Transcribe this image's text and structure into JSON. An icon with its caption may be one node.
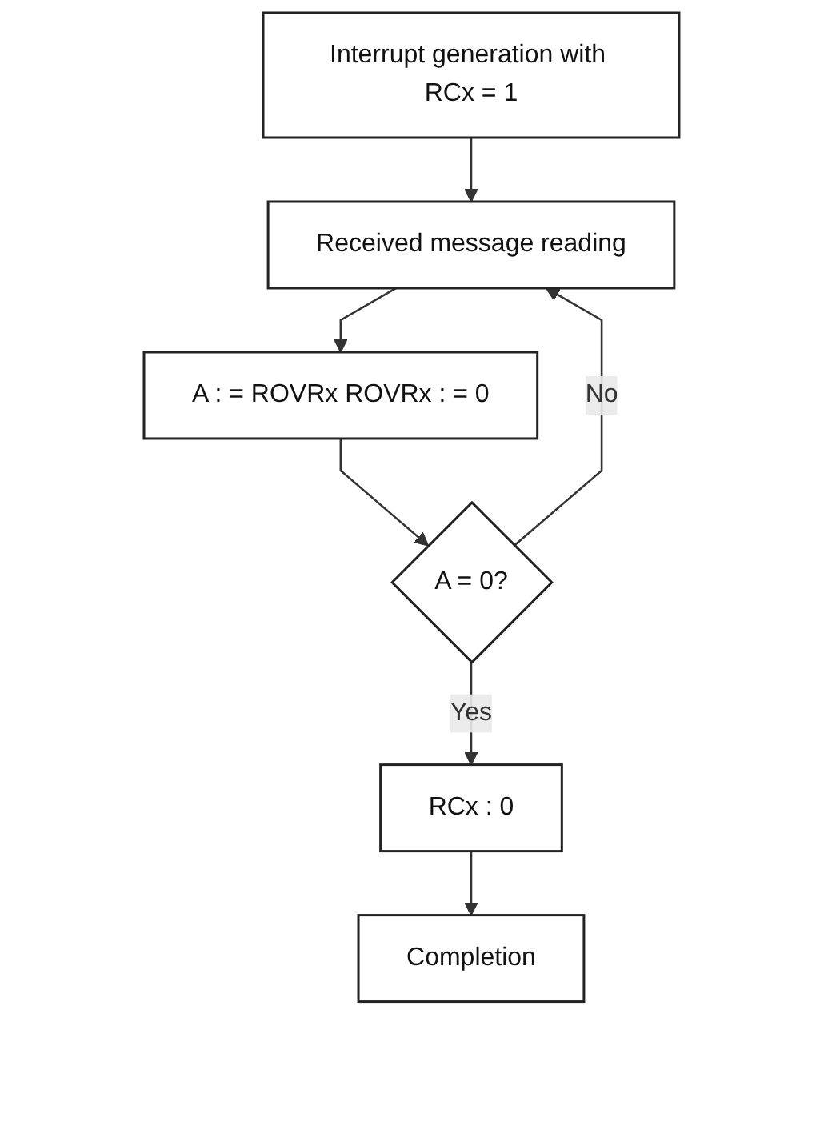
{
  "diagram": {
    "nodes": [
      {
        "text": [
          "Interrupt generation with RCx = 1"
        ]
      },
      {
        "text": [
          "Received message reading"
        ]
      },
      {
        "text": [
          "A : = ROVRx ROVRx : = 0"
        ]
      },
      {
        "text": [
          "A = 0?"
        ]
      },
      {
        "text": [
          "RCx : 0"
        ]
      },
      {
        "text": [
          "Completion"
        ]
      }
    ],
    "edges": [
      {
        "from": 0,
        "to": 1,
        "arrow": "to"
      },
      {
        "from": 1,
        "to": 2,
        "arrow": "to"
      },
      {
        "from": 2,
        "to": 3,
        "arrow": "to"
      },
      {
        "from": 3,
        "to": 1,
        "arrow": "to",
        "label": "No"
      },
      {
        "from": 3,
        "to": 4,
        "arrow": "to",
        "label": "Yes"
      },
      {
        "from": 4,
        "to": 5,
        "arrow": "to"
      }
    ]
  }
}
